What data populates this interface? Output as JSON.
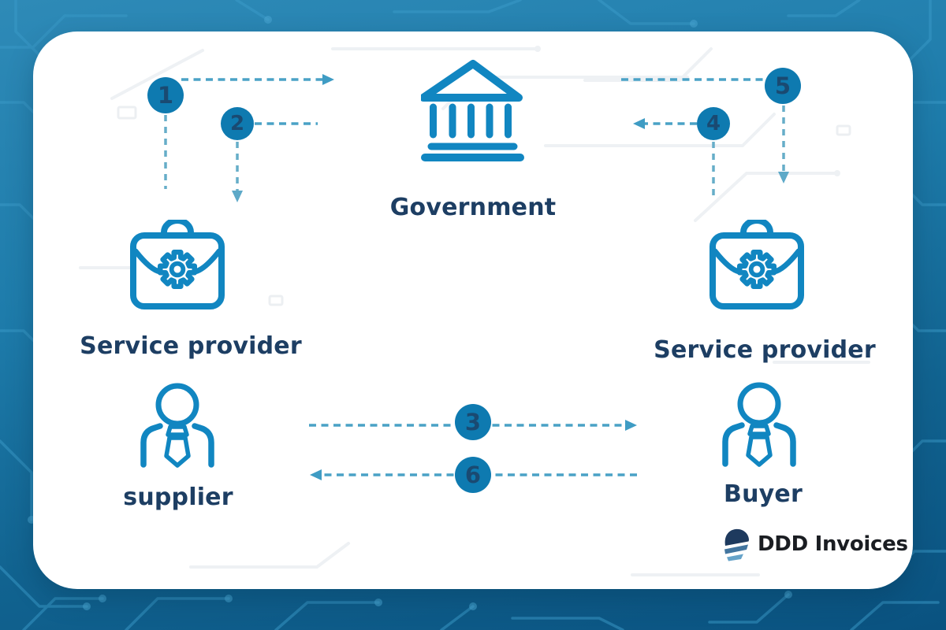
{
  "nodes": {
    "government": {
      "label": "Government",
      "icon": "bank-building-icon"
    },
    "service_provider_left": {
      "label": "Service provider",
      "icon": "briefcase-gear-icon"
    },
    "service_provider_right": {
      "label": "Service provider",
      "icon": "briefcase-gear-icon"
    },
    "supplier": {
      "label": "supplier",
      "icon": "person-tie-icon"
    },
    "buyer": {
      "label": "Buyer",
      "icon": "person-tie-icon"
    }
  },
  "steps": [
    "1",
    "2",
    "3",
    "4",
    "5",
    "6"
  ],
  "arrows": [
    {
      "step": "1",
      "path": "service-provider-left up and right toward government"
    },
    {
      "step": "2",
      "path": "from government area down to service-provider-left"
    },
    {
      "step": "3",
      "path": "supplier right toward buyer"
    },
    {
      "step": "4",
      "path": "arrow pointing left toward government"
    },
    {
      "step": "5",
      "path": "from government area then down to service-provider-right"
    },
    {
      "step": "6",
      "path": "buyer left toward supplier"
    }
  ],
  "logo": {
    "text": "DDD Invoices",
    "icon": "ddd-invoices-logomark"
  },
  "colors": {
    "icon_blue": "#1186c1",
    "step_circle_fill": "#0e7ab0",
    "step_number": "#1a4a72",
    "label_navy": "#1d3e63",
    "dashed_line": "#4aa2c6",
    "dashed_line_vertical": "#66adc8",
    "background_top": "#2e8ab7",
    "background_bottom": "#0a5280",
    "card": "#ffffff",
    "logo_navy": "#1e3a5e",
    "logo_mid_blue": "#42759f",
    "logo_light_blue": "#66a3c9",
    "logo_text": "#1a1d22"
  }
}
